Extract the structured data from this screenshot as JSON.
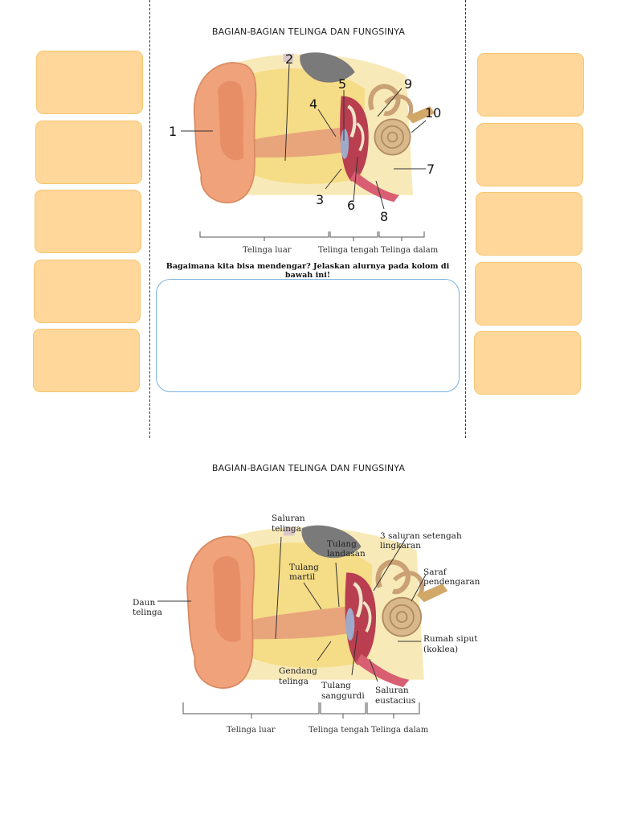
{
  "worksheet": {
    "title": "BAGIAN-BAGIAN TELINGA DAN FUNGSINYA",
    "question": "Bagaimana kita bisa mendengar? Jelaskan alurnya pada kolom di bawah ini!",
    "numbers": [
      "1",
      "2",
      "3",
      "4",
      "5",
      "6",
      "7",
      "8",
      "9",
      "10"
    ],
    "sections": [
      "Telinga luar",
      "Telinga tengah",
      "Telinga dalam"
    ],
    "card_color": "#ffd79a",
    "card_border": "#f6c66f"
  },
  "answer_key": {
    "title": "BAGIAN-BAGIAN TELINGA DAN FUNGSINYA",
    "labels": {
      "daun_1": "Daun",
      "daun_2": "telinga",
      "saluran_1": "Saluran",
      "saluran_2": "telinga",
      "landasan_1": "Tulang",
      "landasan_2": "landasan",
      "martil_1": "Tulang",
      "martil_2": "martil",
      "setengah_1": "3 saluran setengah",
      "setengah_2": "lingkaran",
      "saraf_1": "Saraf",
      "saraf_2": "pendengaran",
      "siput_1": "Rumah siput",
      "siput_2": "(koklea)",
      "gendang_1": "Gendang",
      "gendang_2": "telinga",
      "sanggurdi_1": "Tulang",
      "sanggurdi_2": "sanggurdi",
      "eustacius_1": "Saluran",
      "eustacius_2": "eustacius"
    },
    "sections": [
      "Telinga luar",
      "Telinga tengah",
      "Telinga dalam"
    ]
  }
}
